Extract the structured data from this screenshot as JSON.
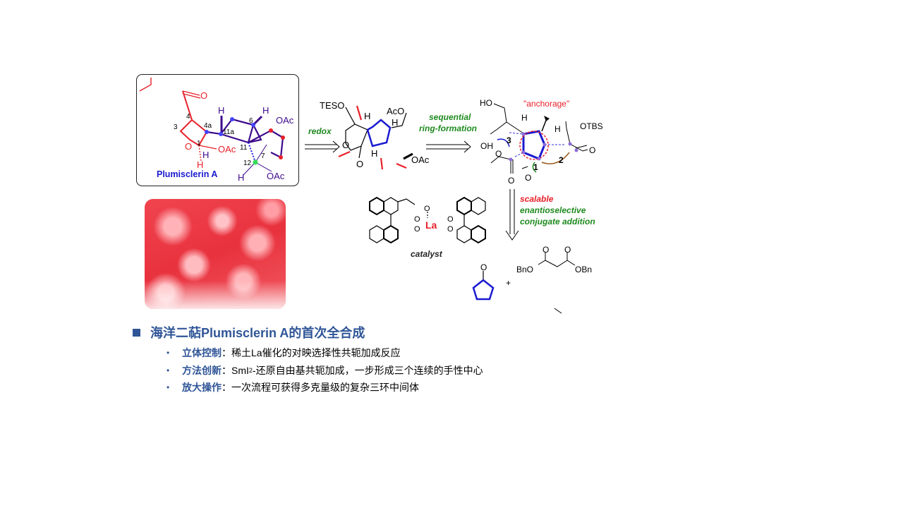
{
  "natural_product": {
    "name": "Plumisclerin A",
    "atom_labels": [
      "4",
      "3",
      "4a",
      "11a",
      "1",
      "6",
      "11",
      "7",
      "12"
    ],
    "groups": {
      "oac": "OAc",
      "h": "H",
      "o": "O"
    }
  },
  "scheme": {
    "arrow1_label": "redox",
    "arrow2_label_line1": "sequential",
    "arrow2_label_line2": "ring-formation",
    "intermediate1": {
      "teso": "TESO",
      "aco": "AcO",
      "oac": "OAc",
      "h": "H",
      "o": "O"
    },
    "intermediate2": {
      "anchorage": "\"anchorage\"",
      "ho": "HO",
      "oh": "OH",
      "otbs": "OTBS",
      "h": "H",
      "o": "O",
      "step1": "1",
      "step2": "2",
      "step3": "3"
    },
    "down_arrow_line1": "scalable",
    "down_arrow_line2": "enantioselective",
    "down_arrow_line3": "conjugate addition",
    "catalyst": {
      "metal": "La",
      "o": "O",
      "label": "catalyst"
    },
    "reagents": {
      "plus": "+",
      "bno": "BnO",
      "obn": "OBn",
      "o": "O"
    }
  },
  "section": {
    "title": "海洋二萜Plumisclerin A的首次全合成",
    "bullets": [
      {
        "label": "立体控制",
        "text": "：稀土La催化的对映选择性共轭加成反应"
      },
      {
        "label": "方法创新",
        "text_pre": "：SmI",
        "sub": "2",
        "text_post": "-还原自由基共轭加成，一步形成三个连续的手性中心"
      },
      {
        "label": "放大操作",
        "text": "：一次流程可获得多克量级的复杂三环中间体"
      }
    ]
  },
  "colors": {
    "accent": "#2f5597",
    "red": "#e8202a",
    "green": "#1e8a1e",
    "blue": "#1a1ad0",
    "purple": "#3d0a8c"
  }
}
